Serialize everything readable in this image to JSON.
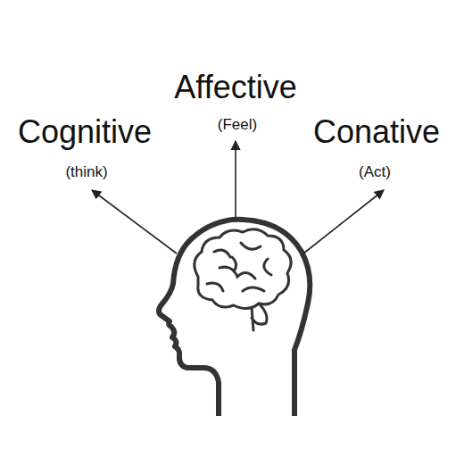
{
  "diagram": {
    "labels": [
      "Cognitive",
      "(think)",
      "Affective",
      "(Feel)",
      "Conative",
      "(Act)"
    ]
  }
}
